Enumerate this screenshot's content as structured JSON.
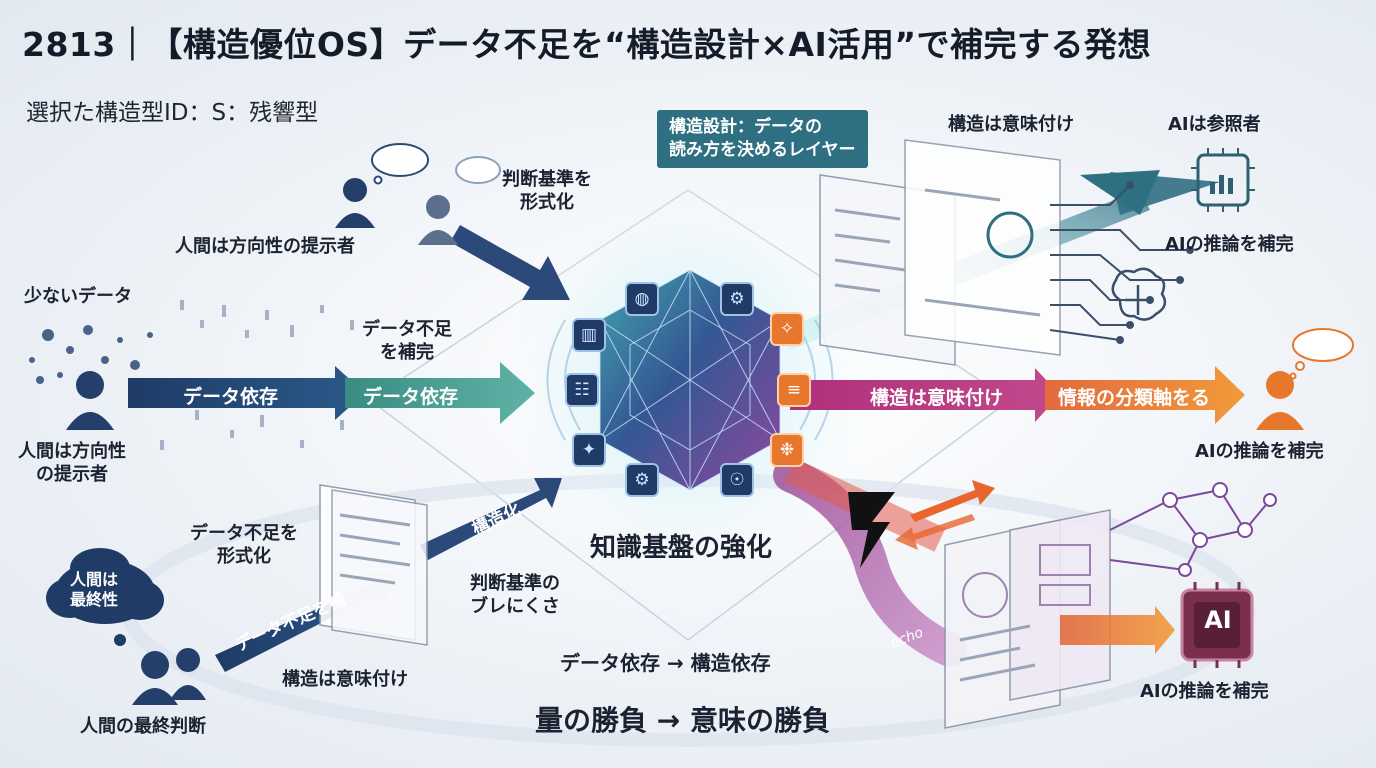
{
  "title": "2813｜【構造優位OS】データ不足を“構造設計×AI活用”で補完する発想",
  "subtitle": "選択た構造型ID：S：残響型",
  "labels": {
    "judgment_criteria_top": "判断基準を\n形式化",
    "human_direction_top": "人間は方向性の提示者",
    "few_data": "少ないデータ",
    "data_shortage_fill": "データ不足\nを補完",
    "human_direction_left": "人間は方向性\nの提示者",
    "data_shortage_formalize": "データ不足を\n形式化",
    "human_final_bubble": "人間は\n最終性",
    "human_final_judgment": "人間の最終判断",
    "structure_meaning_bottom": "構造は意味付け",
    "judgment_criteria_blur": "判断基準の\nブレにくさ",
    "knowledge_base": "知識基盤の強化",
    "data_to_structure": "データ依存 → 構造依存",
    "quantity_to_meaning": "量の勝負 → 意味の勝負",
    "callout": "構造設計：データの\n読み方を決めるレイヤー",
    "structure_meaning_top": "構造は意味付け",
    "ai_reference": "AIは参照者",
    "ai_reasoning_top": "AIの推論を補完",
    "ai_reasoning_mid": "AIの推論を補完",
    "ai_reasoning_bottom": "AIの推論を補完",
    "echo": "echo",
    "ai_chip": "AI"
  },
  "arrows": {
    "data_dependence_1": "データ依存",
    "data_dependence_2": "データ依存",
    "structure_meaning": "構造は意味付け",
    "classification_axis": "情報の分類軸をる",
    "data_shortage_fill_arrow": "データ不足を補",
    "structuring": "構造化"
  },
  "colors": {
    "navy": "#1f3b66",
    "teal": "#3f8f8a",
    "magenta": "#b0307a",
    "orange": "#e8772e",
    "purple": "#7b4a9c"
  }
}
